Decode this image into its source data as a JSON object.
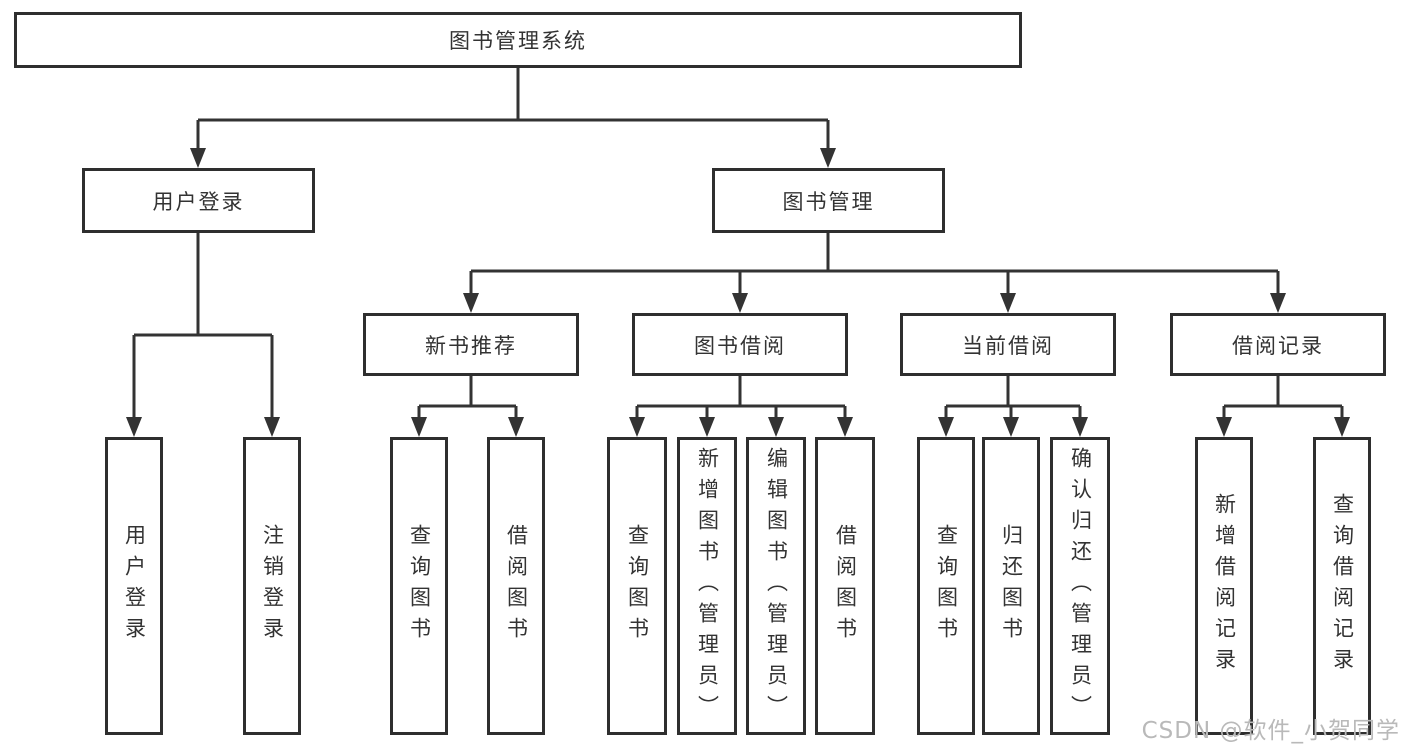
{
  "diagram": {
    "title_note": "functional structure tree",
    "root": {
      "label": "图书管理系统"
    },
    "branches": {
      "user": {
        "label": "用户登录",
        "children": [
          {
            "label": "用户登录"
          },
          {
            "label": "注销登录"
          }
        ]
      },
      "books": {
        "label": "图书管理",
        "sections": [
          {
            "label": "新书推荐",
            "children": [
              {
                "label": "查询图书"
              },
              {
                "label": "借阅图书"
              }
            ]
          },
          {
            "label": "图书借阅",
            "children": [
              {
                "label": "查询图书"
              },
              {
                "label": "新增图书（管理员）"
              },
              {
                "label": "编辑图书（管理员）"
              },
              {
                "label": "借阅图书"
              }
            ]
          },
          {
            "label": "当前借阅",
            "children": [
              {
                "label": "查询图书"
              },
              {
                "label": "归还图书"
              },
              {
                "label": "确认归还（管理员）"
              }
            ]
          },
          {
            "label": "借阅记录",
            "children": [
              {
                "label": "新增借阅记录"
              },
              {
                "label": "查询借阅记录"
              }
            ]
          }
        ]
      }
    }
  },
  "watermark": {
    "text": "CSDN @软件_小贺同学"
  },
  "colors": {
    "line": "#333333",
    "box_border": "#2e2e2e",
    "text": "#333333",
    "watermark": "#b9b9b9",
    "background": "#ffffff"
  }
}
